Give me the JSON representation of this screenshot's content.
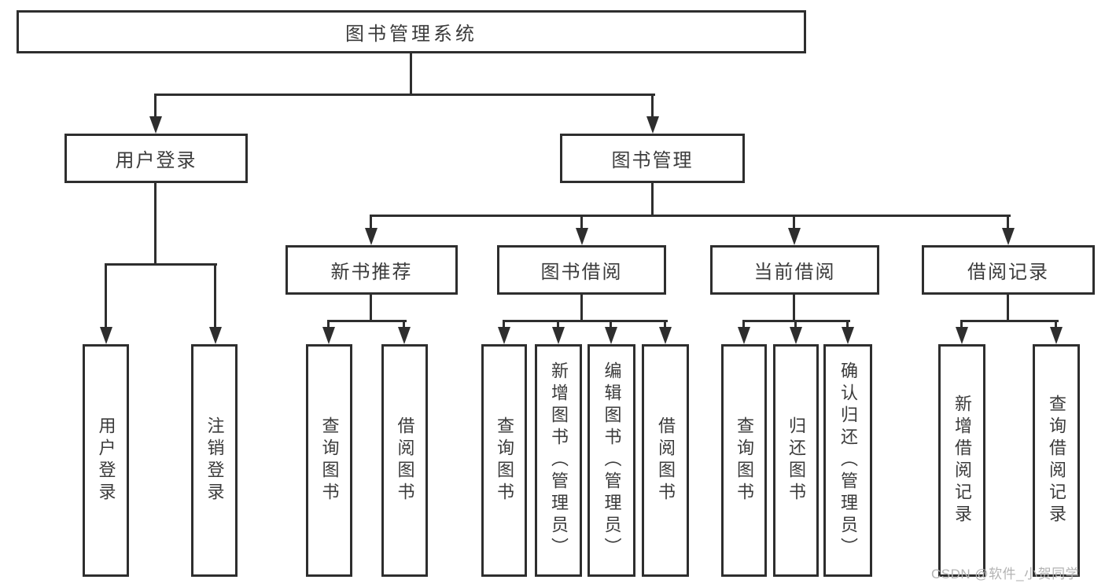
{
  "colors": {
    "background": "#ffffff",
    "line": "#2e2e2e",
    "text": "#3b3b3b",
    "watermark": "#b3b3b3"
  },
  "diagram": {
    "type": "hierarchy-tree",
    "root": {
      "label": "图书管理系统"
    },
    "branches": [
      {
        "label": "用户登录",
        "children": [
          {
            "label": "用户登录"
          },
          {
            "label": "注销登录"
          }
        ]
      },
      {
        "label": "图书管理",
        "children": [
          {
            "label": "新书推荐",
            "children": [
              {
                "label": "查询图书"
              },
              {
                "label": "借阅图书"
              }
            ]
          },
          {
            "label": "图书借阅",
            "children": [
              {
                "label": "查询图书"
              },
              {
                "label": "新增图书（管理员）"
              },
              {
                "label": "编辑图书（管理员）"
              },
              {
                "label": "借阅图书"
              }
            ]
          },
          {
            "label": "当前借阅",
            "children": [
              {
                "label": "查询图书"
              },
              {
                "label": "归还图书"
              },
              {
                "label": "确认归还（管理员）"
              }
            ]
          },
          {
            "label": "借阅记录",
            "children": [
              {
                "label": "新增借阅记录"
              },
              {
                "label": "查询借阅记录"
              }
            ]
          }
        ]
      }
    ]
  },
  "watermark": {
    "text": "CSDN @软件_小贺同学"
  }
}
